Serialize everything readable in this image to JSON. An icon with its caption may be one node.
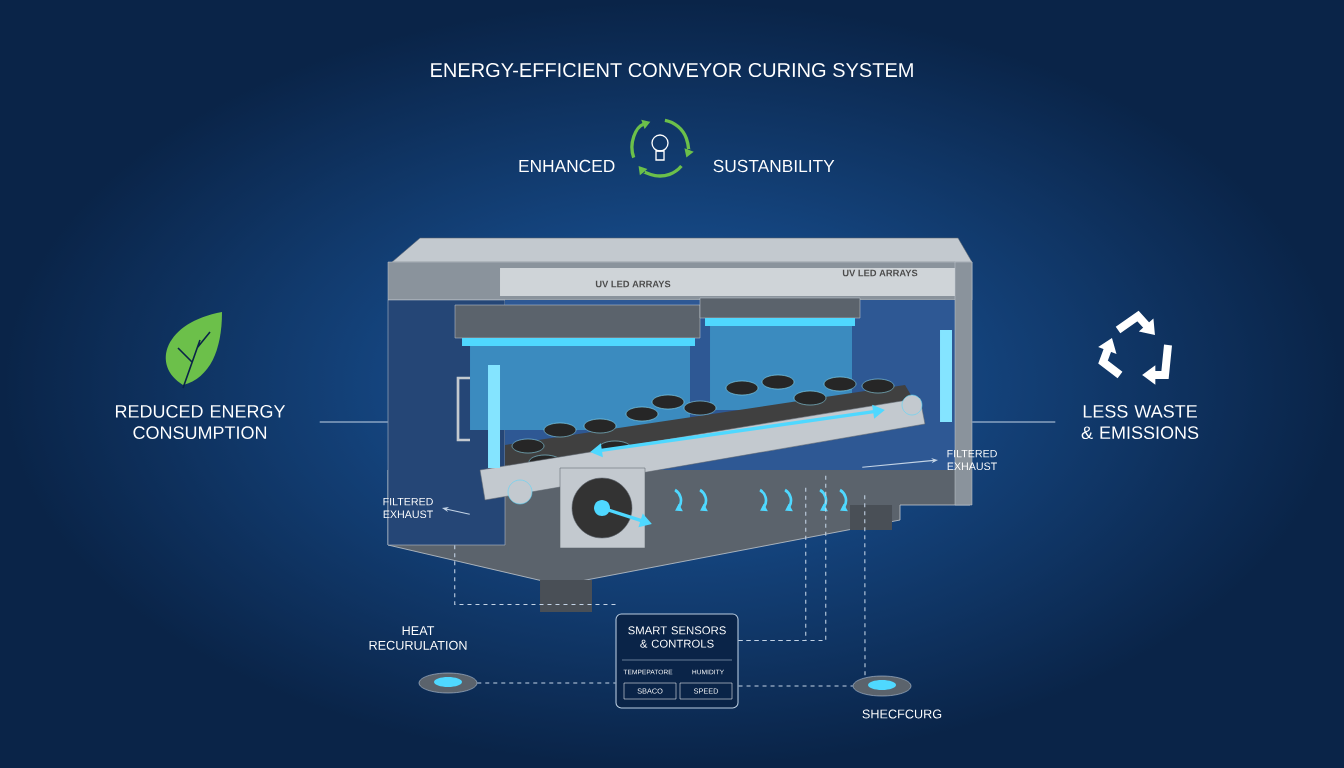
{
  "diagram": {
    "title": "ENERGY-EFFICIENT CONVEYOR CURING SYSTEM",
    "nodes": [
      {
        "text": [],
        "shape": "picture"
      },
      {
        "text": [
          "REDUCED ENERGY CONSUMPTION"
        ]
      },
      {
        "text": [
          "LESS WASTE & EMISSIONS"
        ]
      },
      {
        "text": [
          "FILTERED EXHAUST"
        ]
      },
      {
        "text": [
          "FILTERED EXHAUST"
        ]
      },
      {
        "text": [
          "SMART SENSORS & CONTROLS",
          "TEMPEPATORE",
          "HUMIDITY"
        ]
      },
      {
        "text": [
          "SBACO"
        ],
        "in": 5
      },
      {
        "text": [
          "SPEED"
        ],
        "in": 5
      },
      {
        "text": [],
        "shape": "picture",
        "beside": [
          "HEAT RECURULATION"
        ]
      },
      {
        "text": [],
        "shape": "picture",
        "beside": [
          "SHECFCURG"
        ]
      }
    ],
    "edges": [
      {
        "from": 1,
        "to": 0,
        "arrow": "none"
      },
      {
        "from": 2,
        "to": 0,
        "arrow": "none"
      },
      {
        "from": 0,
        "to": 3,
        "arrow": "to"
      },
      {
        "from": 0,
        "to": 4,
        "arrow": "to"
      },
      {
        "from": 5,
        "to": 0,
        "arrow": "none",
        "style": "dashed"
      },
      {
        "from": 5,
        "to": 0,
        "arrow": "none",
        "style": "dashed"
      },
      {
        "from": 5,
        "to": 0,
        "arrow": "none",
        "style": "dashed"
      },
      {
        "from": 8,
        "to": 5,
        "arrow": "none",
        "style": "dashed"
      },
      {
        "from": 5,
        "to": 9,
        "arrow": "none",
        "style": "dashed"
      },
      {
        "from": 0,
        "to": 9,
        "arrow": "none",
        "style": "dashed"
      }
    ],
    "labels": [
      "ENHANCED",
      "SUSTANBILITY",
      "UV LED ARRAYS",
      "UV LED ARRAYS"
    ]
  }
}
